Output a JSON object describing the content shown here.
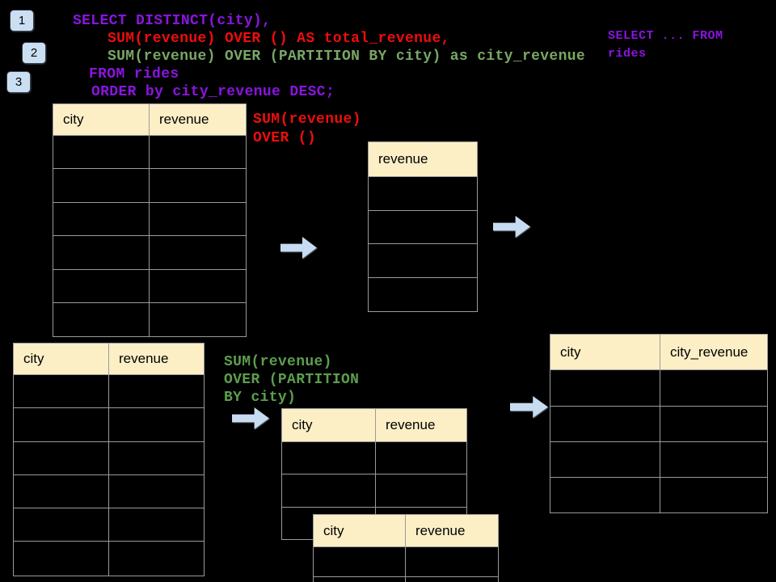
{
  "badges": {
    "b1": "1",
    "b2": "2",
    "b3": "3"
  },
  "sql_code": {
    "line1": "SELECT DISTINCT(city),",
    "line2": "SUM(revenue) OVER () AS total_revenue,",
    "line3": "SUM(revenue) OVER (PARTITION BY city) as city_revenue",
    "line4": "FROM rides",
    "line5": "ORDER by city_revenue DESC;"
  },
  "side_note": {
    "line1": "SELECT ... FROM",
    "line2": "rides"
  },
  "annotation_total": {
    "line1": "SUM(revenue)",
    "line2": "OVER ()"
  },
  "annotation_partition": {
    "line1": "SUM(revenue)",
    "line2": "OVER (PARTITION",
    "line3": "BY city)"
  },
  "tables": {
    "source_top": {
      "headers": [
        "city",
        "revenue"
      ],
      "empty_rows": 6
    },
    "total_revenue": {
      "headers": [
        "revenue"
      ],
      "empty_rows": 4
    },
    "source_bottom": {
      "headers": [
        "city",
        "revenue"
      ],
      "empty_rows": 6
    },
    "partition_mid": {
      "headers": [
        "city",
        "revenue"
      ],
      "empty_rows": 3
    },
    "partition_overlap": {
      "headers": [
        "city",
        "revenue"
      ],
      "empty_rows": 2
    },
    "result": {
      "headers": [
        "city",
        "city_revenue"
      ],
      "empty_rows": 4
    }
  },
  "colors": {
    "background": "#000000",
    "sql_purple": "#8A15DF",
    "sql_red": "#EE0D0D",
    "sql_green": "#79A765",
    "label_green": "#5C9E4E",
    "table_header_fill": "#FCEFC6",
    "table_border": "#9b9b9b",
    "arrow_fill": "#C7DBF1",
    "badge_fill": "#CBDFF3"
  }
}
